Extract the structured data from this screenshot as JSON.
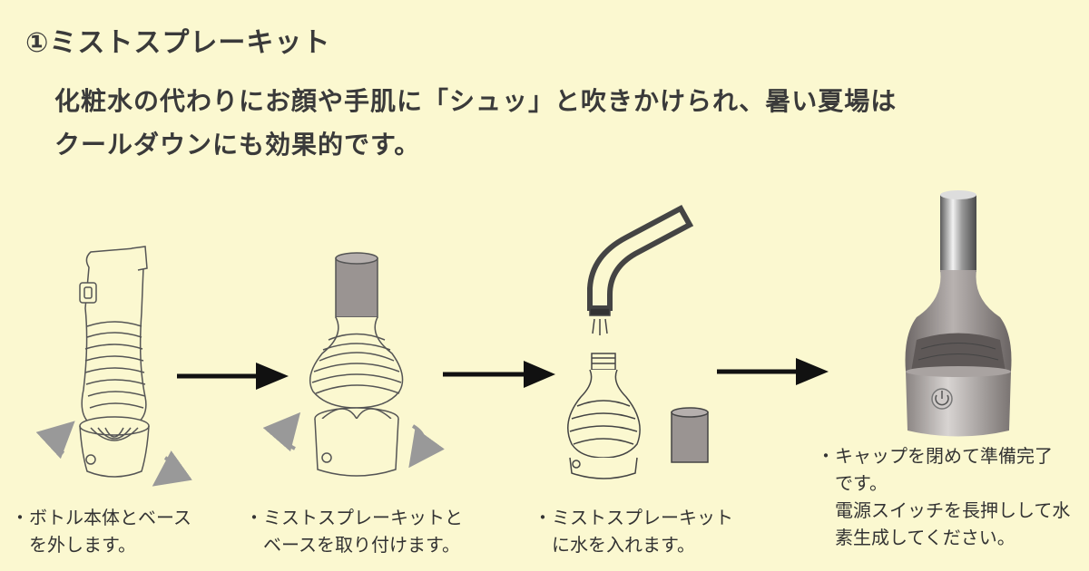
{
  "title": "①ミストスプレーキット",
  "description": [
    "化粧水の代わりにお顔や手肌に「シュッ」と吹きかけられ、暑い夏場は",
    "クールダウンにも効果的です。"
  ],
  "steps": [
    {
      "caption": [
        "・ボトル本体とベース",
        "を外します。"
      ]
    },
    {
      "caption": [
        "・ミストスプレーキットと",
        "ベースを取り付けます。"
      ]
    },
    {
      "caption": [
        "・ミストスプレーキット",
        "に水を入れます。"
      ]
    },
    {
      "caption": [
        "・キャップを閉めて準備完了",
        "です。",
        "電源スイッチを長押しして水",
        "素生成してください。"
      ]
    }
  ],
  "colors": {
    "background": "#fbf8d0",
    "line": "#555555",
    "device_gray": "#8a8482",
    "arrow": "#111111"
  }
}
